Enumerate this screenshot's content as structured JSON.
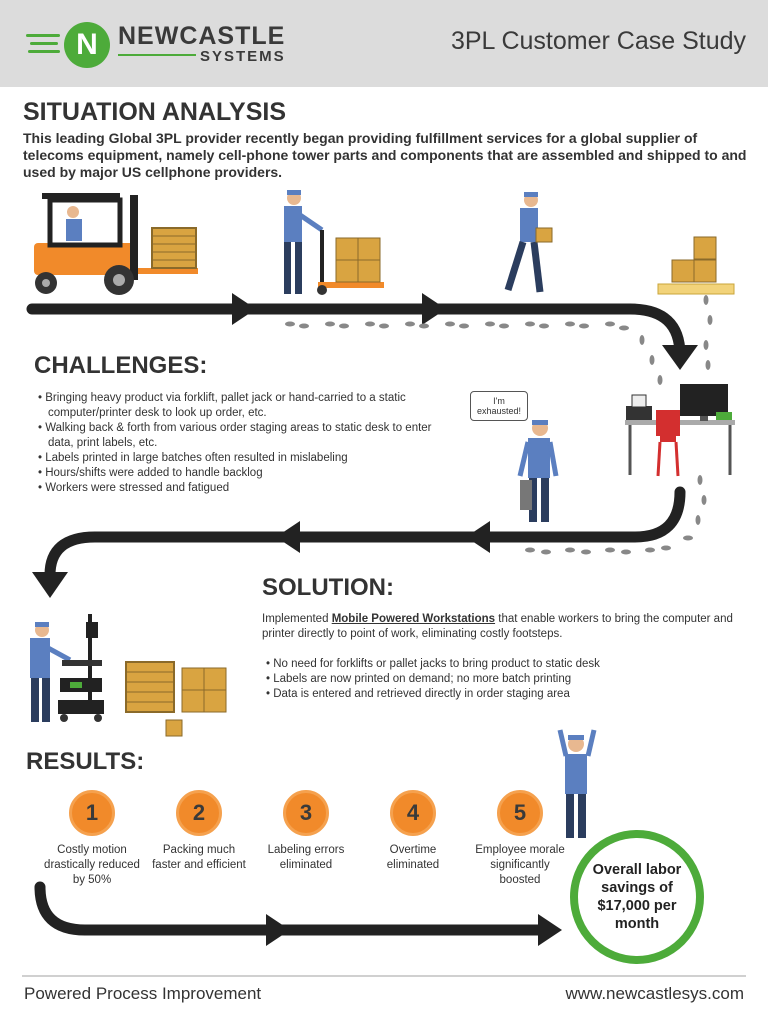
{
  "header": {
    "logo_name": "NEWCASTLE",
    "logo_sub": "SYSTEMS",
    "logo_letter": "N",
    "title": "3PL Customer Case Study"
  },
  "situation": {
    "heading": "SITUATION ANALYSIS",
    "text": "This leading Global 3PL provider recently began providing fulfillment services for a global supplier of telecoms equipment, namely cell-phone tower parts and components that are assembled and shipped to and used by major US cellphone providers."
  },
  "challenges": {
    "heading": "CHALLENGES:",
    "items": [
      "Bringing heavy product via forklift, pallet jack or hand-carried to a static computer/printer desk to look up order, etc.",
      "Walking back & forth from various order staging areas to static desk to enter data, print labels, etc.",
      "Labels printed in large batches often resulted in mislabeling",
      "Hours/shifts were added to handle backlog",
      "Workers were stressed and fatigued"
    ],
    "speech": "I'm exhausted!"
  },
  "solution": {
    "heading": "SOLUTION:",
    "intro_before": "Implemented ",
    "intro_link": "Mobile Powered Workstations",
    "intro_after": " that enable workers to bring the computer and printer directly to point of work, eliminating costly footsteps.",
    "items": [
      "No need for forklifts or pallet jacks to bring product to static desk",
      "Labels are now printed on demand; no more batch printing",
      "Data is entered and retrieved directly in order staging area"
    ]
  },
  "results": {
    "heading": "RESULTS:",
    "items": [
      {
        "num": "1",
        "label": "Costly motion drastically reduced by 50%"
      },
      {
        "num": "2",
        "label": "Packing much faster and efficient"
      },
      {
        "num": "3",
        "label": "Labeling errors eliminated"
      },
      {
        "num": "4",
        "label": "Overtime eliminated"
      },
      {
        "num": "5",
        "label": "Employee morale significantly boosted"
      }
    ],
    "savings": "Overall labor savings of $17,000 per month"
  },
  "footer": {
    "left": "Powered Process Improvement",
    "right": "www.newcastlesys.com"
  },
  "colors": {
    "brand_green": "#4dab3a",
    "accent_orange": "#f18a2a",
    "header_gray": "#dcdcdc",
    "worker_blue": "#5b7fc0",
    "box_tan": "#d9a441"
  }
}
